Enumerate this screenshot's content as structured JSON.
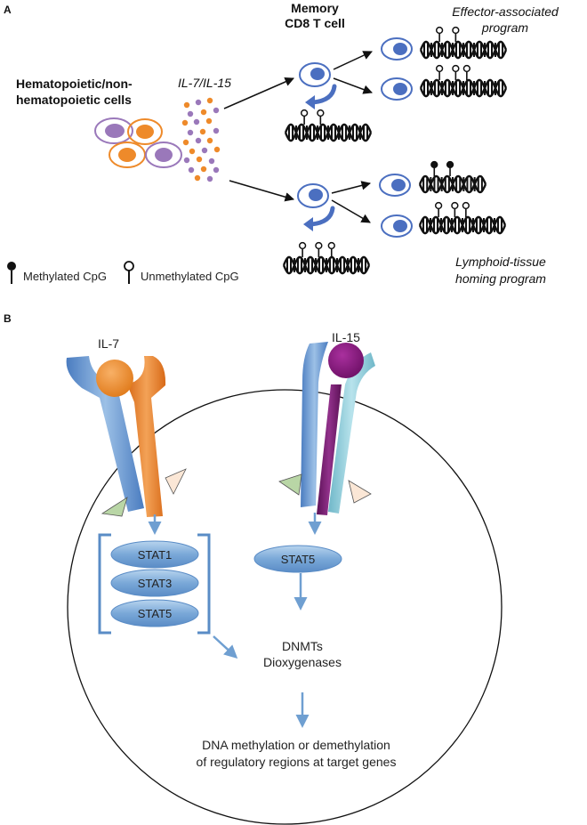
{
  "panel_a": {
    "label": "A",
    "source_cells_line1": "Hematopoietic/non-",
    "source_cells_line2": "hematopoietic cells",
    "cytokines": "IL-7/IL-15",
    "memory_line1": "Memory",
    "memory_line2": "CD8 T cell",
    "effector_line1": "Effector-associated",
    "effector_line2": "program",
    "lymphoid_line1": "Lymphoid-tissue",
    "lymphoid_line2": "homing program",
    "legend_methylated": "Methylated CpG",
    "legend_unmethylated": "Unmethylated CpG"
  },
  "panel_b": {
    "label": "B",
    "il7": "IL-7",
    "il15": "IL-15",
    "stat1": "STAT1",
    "stat3": "STAT3",
    "stat5_left": "STAT5",
    "stat5_right": "STAT5",
    "dnmts": "DNMTs",
    "dioxygenases": "Dioxygenases",
    "outcome_line1": "DNA methylation or demethylation",
    "outcome_line2": "of regulatory regions at target genes"
  },
  "colors": {
    "orange": "#ee8a2a",
    "purple": "#9a78ba",
    "blue": "#4b6fc0",
    "light_blue": "#6f9fd1",
    "dark_purple": "#6b1a6b",
    "magenta": "#8e1f83",
    "cyan": "#7cc3d1"
  }
}
